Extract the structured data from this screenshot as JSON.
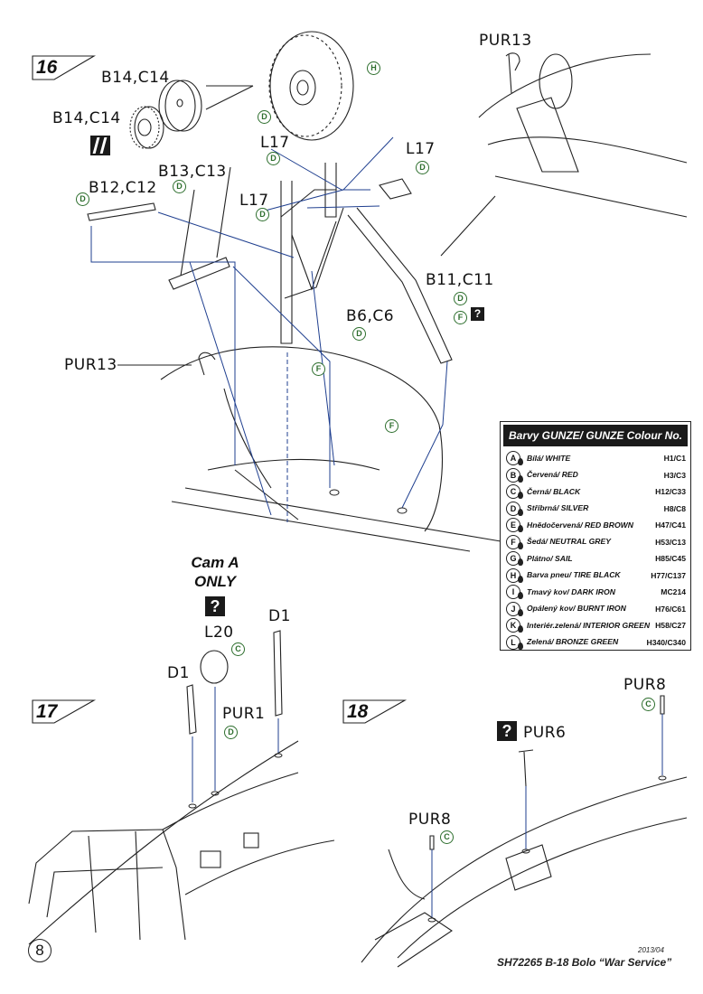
{
  "steps": {
    "s16": "16",
    "s17": "17",
    "s18": "18"
  },
  "labels": {
    "b14c14_top": "B14,C14",
    "b14c14_left": "B14,C14",
    "b12c12": "B12,C12",
    "b13c13": "B13,C13",
    "l17_upper": "L17",
    "l17_right": "L17",
    "l17_lower": "L17",
    "b11c11": "B11,C11",
    "b6c6": "B6,C6",
    "pur13_left": "PUR13",
    "pur13_inset": "PUR13",
    "l20": "L20",
    "d1_left": "D1",
    "d1_right": "D1",
    "pur1": "PUR1",
    "pur6": "PUR6",
    "pur8_right": "PUR8",
    "pur8_left": "PUR8"
  },
  "paint_marks": {
    "h": "H",
    "d": "D",
    "f": "F",
    "c": "C"
  },
  "question_mark": "?",
  "cam_a": {
    "line1": "Cam A",
    "line2": "ONLY"
  },
  "legend": {
    "title": "Barvy GUNZE/ GUNZE Colour No.",
    "rows": [
      {
        "letter": "A",
        "name": "Bílá/ WHITE",
        "code": "H1/C1"
      },
      {
        "letter": "B",
        "name": "Červená/ RED",
        "code": "H3/C3"
      },
      {
        "letter": "C",
        "name": "Černá/ BLACK",
        "code": "H12/C33"
      },
      {
        "letter": "D",
        "name": "Stříbrná/ SILVER",
        "code": "H8/C8"
      },
      {
        "letter": "E",
        "name": "Hnědočervená/ RED BROWN",
        "code": "H47/C41"
      },
      {
        "letter": "F",
        "name": "Šedá/ NEUTRAL GREY",
        "code": "H53/C13"
      },
      {
        "letter": "G",
        "name": "Plátno/ SAIL",
        "code": "H85/C45"
      },
      {
        "letter": "H",
        "name": "Barva pneu/ TIRE BLACK",
        "code": "H77/C137"
      },
      {
        "letter": "I",
        "name": "Tmavý kov/ DARK IRON",
        "code": "MC214"
      },
      {
        "letter": "J",
        "name": "Opálený kov/ BURNT IRON",
        "code": "H76/C61"
      },
      {
        "letter": "K",
        "name": "Interiér.zelená/ INTERIOR GREEN",
        "code": "H58/C27"
      },
      {
        "letter": "L",
        "name": "Zelená/ BRONZE GREEN",
        "code": "H340/C340"
      }
    ]
  },
  "footer": {
    "date": "2013/04",
    "title": "SH72265 B-18 Bolo “War Service”"
  },
  "page_number": "8",
  "colors": {
    "line": "#222222",
    "guide": "#1f3f8f",
    "paint": "#2d6e2d"
  }
}
